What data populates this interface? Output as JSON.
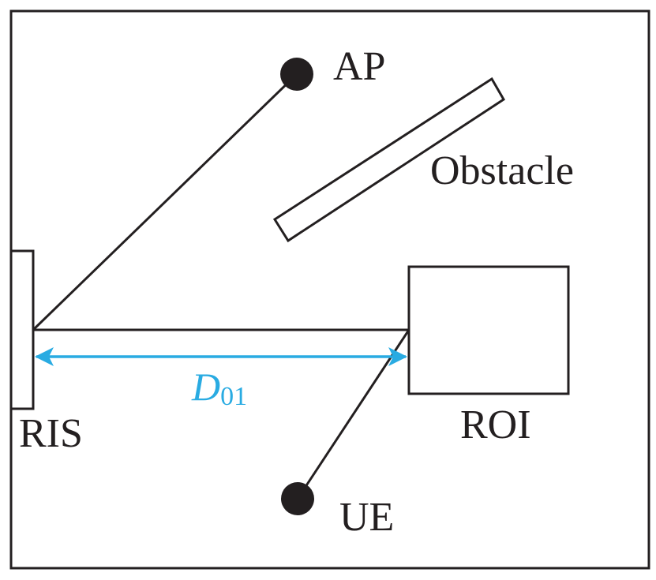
{
  "labels": {
    "ap": "AP",
    "obstacle": "Obstacle",
    "roi": "ROI",
    "ris": "RIS",
    "ue": "UE"
  },
  "distance": {
    "symbol": "D",
    "subscript": "01"
  },
  "colors": {
    "stroke": "#231f20",
    "accent": "#29abe2",
    "background": "#ffffff"
  }
}
